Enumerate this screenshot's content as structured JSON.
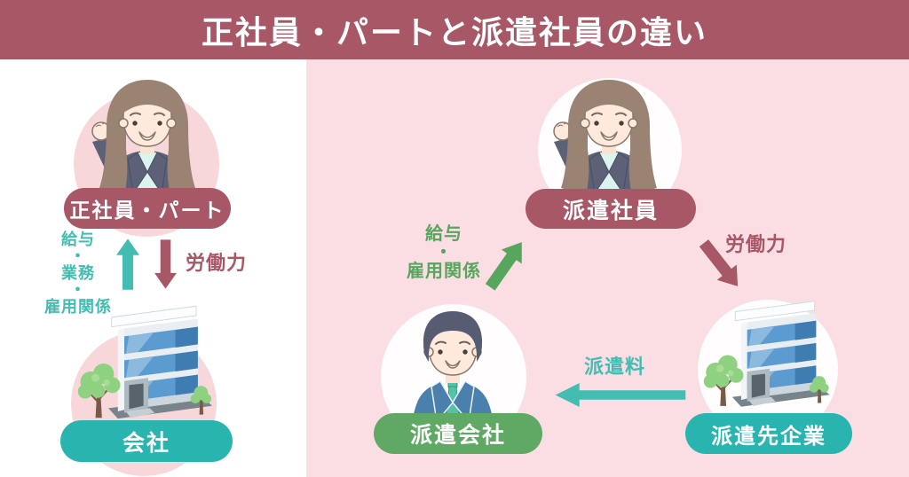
{
  "header": {
    "title": "正社員・パートと派遣社員の違い"
  },
  "left_section": {
    "worker_label": "正社員・パート",
    "flow_to_worker_label": "給与\n・\n業務\n・\n雇用関係",
    "flow_to_company_label": "労働力",
    "company_label": "会社"
  },
  "right_section": {
    "worker_label": "派遣社員",
    "flow_to_worker_label": "給与\n・\n雇用関係",
    "flow_to_client_label": "労働力",
    "agency_label": "派遣会社",
    "fee_label": "派遣料",
    "client_label": "派遣先企業"
  },
  "colors": {
    "rose": "#a85767",
    "teal_pill": "#2ab4b0",
    "teal_arrow": "#43bcb2",
    "green": "#58a55e",
    "green_pill": "#5fa964",
    "pink_panel": "#fadee3",
    "pink_circle": "#f8d7db"
  }
}
